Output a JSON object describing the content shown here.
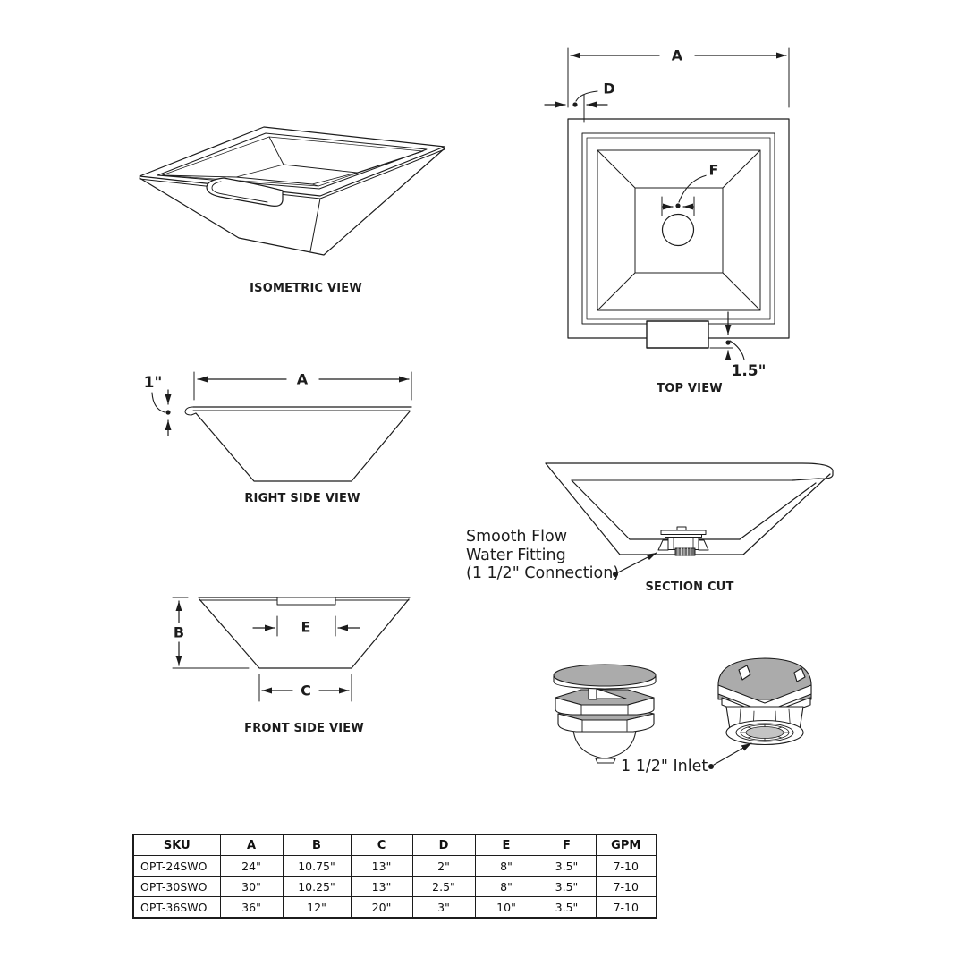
{
  "labels": {
    "isometric": "ISOMETRIC VIEW",
    "top": "TOP VIEW",
    "right_side": "RIGHT SIDE VIEW",
    "front_side": "FRONT SIDE VIEW",
    "section_cut": "SECTION CUT"
  },
  "dims": {
    "a": "A",
    "b": "B",
    "c": "C",
    "d": "D",
    "e": "E",
    "f": "F",
    "one_inch": "1\"",
    "one_point_five_inch": "1.5\""
  },
  "annotations": {
    "smooth_flow_line1": "Smooth Flow",
    "smooth_flow_line2": "Water Fitting",
    "smooth_flow_line3": "(1 1/2\" Connection)",
    "inlet": "1 1/2\" Inlet"
  },
  "table": {
    "headers": [
      "SKU",
      "A",
      "B",
      "C",
      "D",
      "E",
      "F",
      "GPM"
    ],
    "rows": [
      [
        "OPT-24SWO",
        "24\"",
        "10.75\"",
        "13\"",
        "2\"",
        "8\"",
        "3.5\"",
        "7-10"
      ],
      [
        "OPT-30SWO",
        "30\"",
        "10.25\"",
        "13\"",
        "2.5\"",
        "8\"",
        "3.5\"",
        "7-10"
      ],
      [
        "OPT-36SWO",
        "36\"",
        "12\"",
        "20\"",
        "3\"",
        "10\"",
        "3.5\"",
        "7-10"
      ]
    ]
  },
  "colors": {
    "line": "#1c1c1c",
    "metal_gray": "#ababab",
    "background": "#ffffff"
  }
}
